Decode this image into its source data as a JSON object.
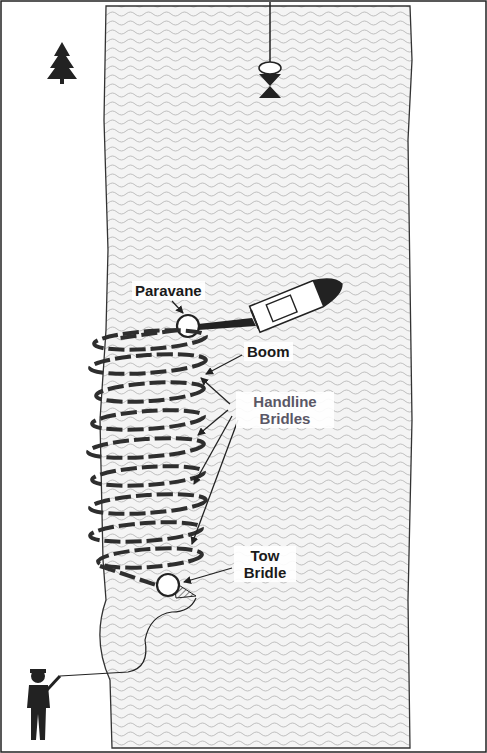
{
  "diagram": {
    "labels": [
      "Paravane",
      "Boom",
      "Handline Bridles",
      "Tow Bridle"
    ]
  }
}
